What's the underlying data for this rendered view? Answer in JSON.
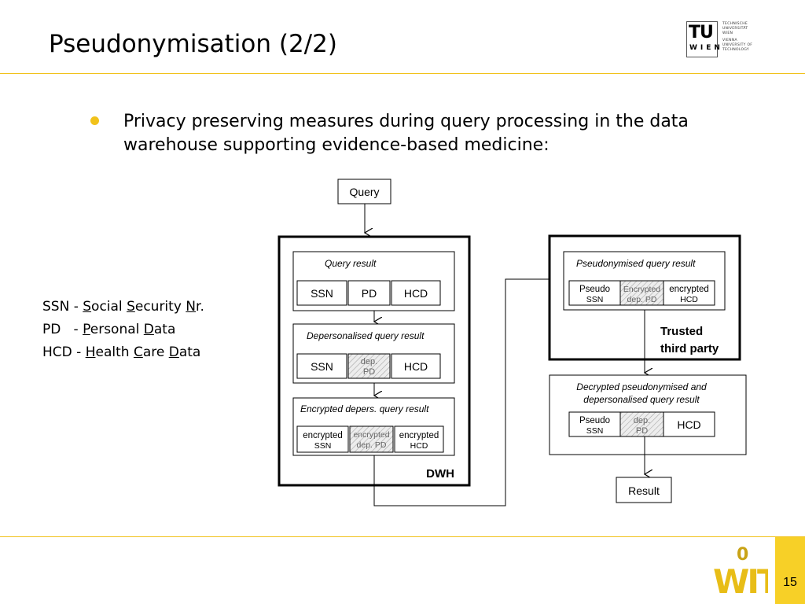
{
  "slide": {
    "title": "Pseudonymisation (2/2)",
    "bullet": "Privacy preserving measures during query processing in the data warehouse supporting evidence-based medicine:",
    "page_number": "15",
    "colors": {
      "accent": "#f1c21b",
      "footer": "#f7d027"
    }
  },
  "logo": {
    "tu": "TU",
    "wien": "WIEN",
    "lines": [
      "TECHNISCHE",
      "UNIVERSITÄT",
      "WIEN",
      "",
      "VIENNA",
      "UNIVERSITY OF",
      "TECHNOLOGY"
    ]
  },
  "legend": [
    {
      "abbr": "SSN",
      "sep": " - ",
      "words": [
        [
          "S",
          "ocial "
        ],
        [
          "S",
          "ecurity "
        ],
        [
          "N",
          "r."
        ]
      ]
    },
    {
      "abbr": "PD",
      "sep": "   - ",
      "words": [
        [
          "P",
          "ersonal "
        ],
        [
          "D",
          "ata"
        ]
      ]
    },
    {
      "abbr": "HCD",
      "sep": " - ",
      "words": [
        [
          "H",
          "ealth "
        ],
        [
          "C",
          "are "
        ],
        [
          "D",
          "ata"
        ]
      ]
    }
  ],
  "diagram": {
    "query": "Query",
    "result": "Result",
    "dwh": "DWH",
    "trusted_1": "Trusted",
    "trusted_2": "third party",
    "query_result": {
      "title": "Query result",
      "cells": [
        "SSN",
        "PD",
        "HCD"
      ]
    },
    "depersonalised": {
      "title": "Depersonalised query result",
      "ssn": "SSN",
      "dep_1": "dep.",
      "dep_2": "PD",
      "hcd": "HCD"
    },
    "encrypted_depers": {
      "title": "Encrypted depers. query result",
      "c1_1": "encrypted",
      "c1_2": "SSN",
      "c2_1": "encrypted",
      "c2_2": "dep. PD",
      "c3_1": "encrypted",
      "c3_2": "HCD"
    },
    "pseudonymised": {
      "title": "Pseudonymised query result",
      "c1_1": "Pseudo",
      "c1_2": "SSN",
      "c2_1": "Encrypted",
      "c2_2": "dep. PD",
      "c3_1": "encrypted",
      "c3_2": "HCD"
    },
    "decrypted": {
      "title_1": "Decrypted pseudonymised and",
      "title_2": "depersonalised query result",
      "c1_1": "Pseudo",
      "c1_2": "SSN",
      "c2_1": "dep.",
      "c2_2": "PD",
      "c3": "HCD"
    }
  },
  "footer_logo": {
    "top": "0",
    "main": "WIT"
  }
}
